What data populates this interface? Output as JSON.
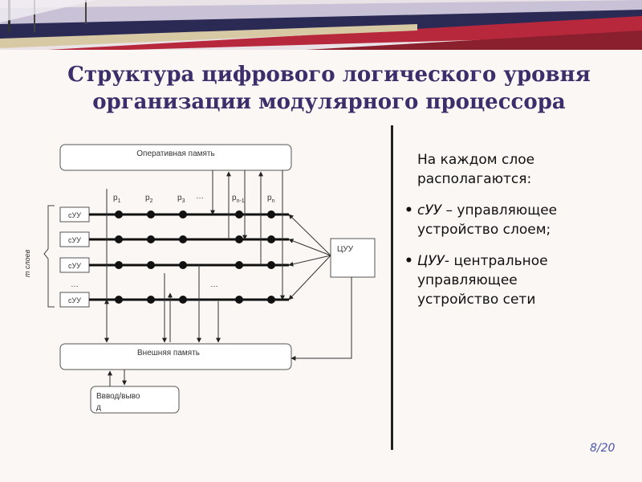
{
  "title": {
    "line1": "Структура цифрового логического уровня",
    "line2": "организации модулярного процессора"
  },
  "diagram": {
    "ram_label": "Оперативная память",
    "ext_label": "Внешняя память",
    "io_label_1": "Вввод/выво",
    "io_label_2": "д",
    "cu_label": "ЦУУ",
    "layer_unit_label": "сУУ",
    "layers_label": "m слоев",
    "ellipsis": "…",
    "processor_labels": [
      {
        "base": "p",
        "sub": "1"
      },
      {
        "base": "p",
        "sub": "2"
      },
      {
        "base": "p",
        "sub": "3"
      },
      {
        "base": "p",
        "sub": "n-1"
      },
      {
        "base": "p",
        "sub": "n"
      }
    ]
  },
  "right_text": {
    "intro_1": "На каждом слое",
    "intro_2": "располагаются:",
    "bullet_mark": "•",
    "b1_em": "сУУ",
    "b1_rest": " – управляющее",
    "b1_line2": "устройство слоем;",
    "b2_em": "ЦУУ",
    "b2_rest": "- центральное",
    "b2_line2": "управляющее",
    "b2_line3": "устройство сети"
  },
  "page_number": "8/20"
}
